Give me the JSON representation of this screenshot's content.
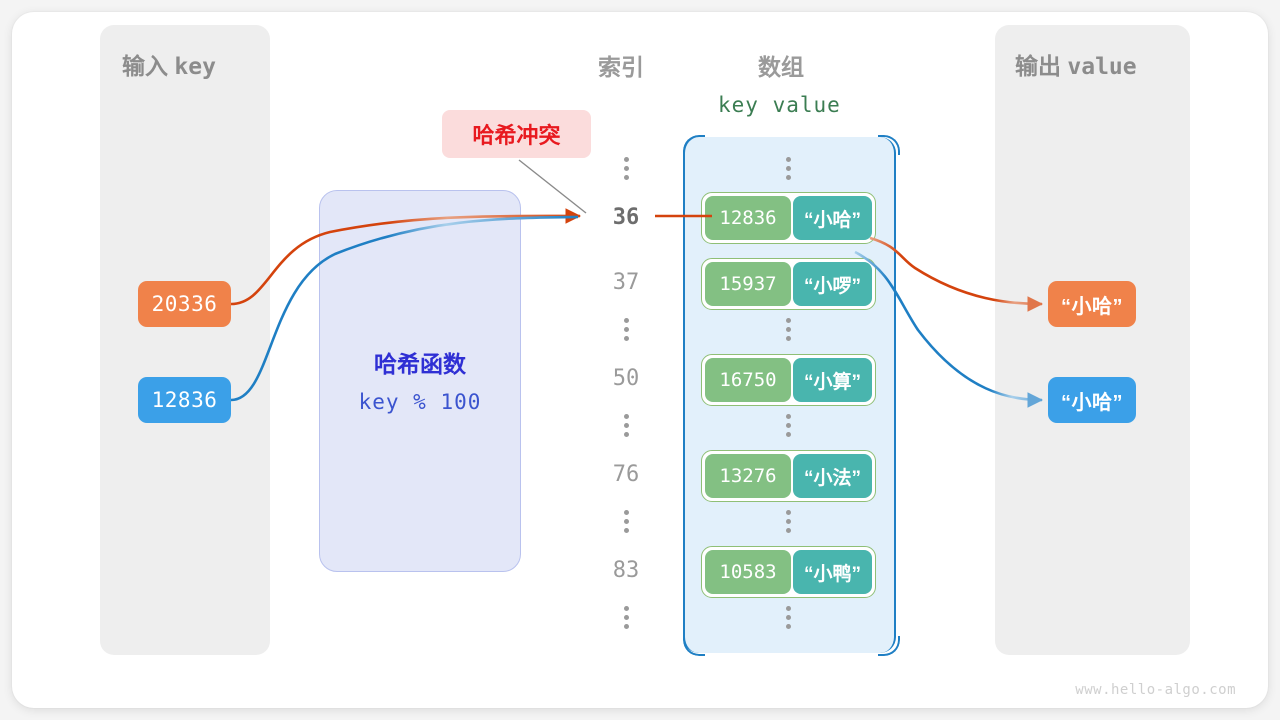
{
  "watermark": "www.hello-algo.com",
  "panels": {
    "input": {
      "title_cn": "输入",
      "title_mono": "key"
    },
    "output": {
      "title_cn": "输出",
      "title_mono": "value"
    }
  },
  "headers": {
    "index": "索引",
    "array": "数组",
    "key_value": "key  value"
  },
  "hash_function": {
    "title": "哈希函数",
    "formula": "key % 100"
  },
  "collision": {
    "label": "哈希冲突"
  },
  "input_keys": [
    {
      "text": "20336",
      "color": "#f0824a"
    },
    {
      "text": "12836",
      "color": "#3ba0e8"
    }
  ],
  "output_values": [
    {
      "text": "“小哈”",
      "color": "#f0824a"
    },
    {
      "text": "“小哈”",
      "color": "#3ba0e8"
    }
  ],
  "indices": [
    {
      "label": "36",
      "highlight": true
    },
    {
      "label": "37",
      "highlight": false
    },
    {
      "label": "50",
      "highlight": false
    },
    {
      "label": "76",
      "highlight": false
    },
    {
      "label": "83",
      "highlight": false
    }
  ],
  "buckets": [
    {
      "key": "12836",
      "value": "“小哈”"
    },
    {
      "key": "15937",
      "value": "“小啰”"
    },
    {
      "key": "16750",
      "value": "“小算”"
    },
    {
      "key": "13276",
      "value": "“小法”"
    },
    {
      "key": "10583",
      "value": "“小鸭”"
    }
  ],
  "colors": {
    "key_box": "#83c083",
    "value_box": "#49b5ae",
    "array_border": "#1f7fc4",
    "array_fill": "#e2f0fb",
    "hash_fill": "#e3e7f8",
    "hash_text": "#2f2fd4",
    "collision_text": "#e8191f",
    "collision_fill": "#fbdcdc",
    "orange": "#f0824a",
    "blue": "#3ba0e8",
    "panel_gray": "#eeeeee"
  }
}
